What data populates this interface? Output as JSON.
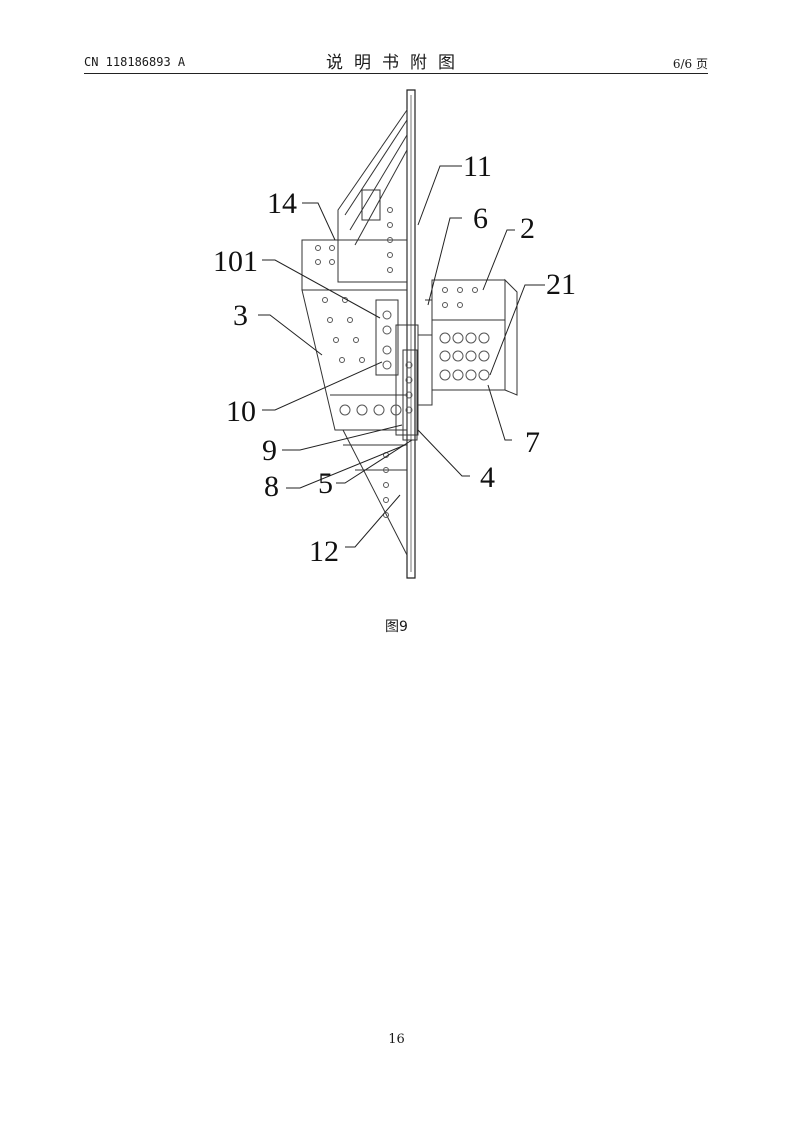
{
  "header": {
    "left": "CN 118186893 A",
    "center": "说明书附图",
    "right": "6/6 页"
  },
  "figure": {
    "caption": "图9",
    "labels": {
      "l11": "11",
      "l14": "14",
      "l6": "6",
      "l2": "2",
      "l101": "101",
      "l21": "21",
      "l3": "3",
      "l10": "10",
      "l9": "9",
      "l7": "7",
      "l8": "8",
      "l5": "5",
      "l4": "4",
      "l12": "12"
    }
  },
  "footer": {
    "page_number": "16"
  }
}
